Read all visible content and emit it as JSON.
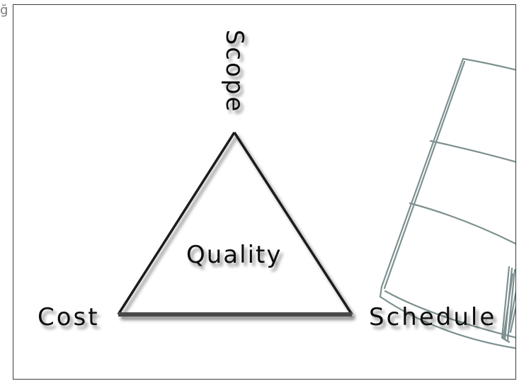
{
  "diagram": {
    "apex_label": "Scope",
    "left_label": "Cost",
    "right_label": "Schedule",
    "center_label": "Quality"
  },
  "colors": {
    "line": "#1a1a1a",
    "text": "#111111",
    "sketch": "#7e9090",
    "frame": "#3c3c3c",
    "shadow": "#9a9a9a"
  },
  "icons": {
    "corner": "partial-glyph-icon",
    "sketch": "notepad-sketch-icon"
  }
}
